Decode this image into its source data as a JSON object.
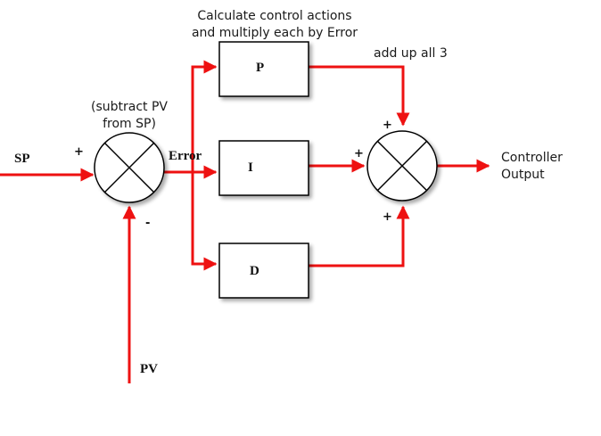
{
  "colors": {
    "signal": "#ee1111",
    "block_fill": "#ffffff",
    "block_stroke": "#000000",
    "shadow": "#b8b8b8"
  },
  "labels": {
    "header_line1": "Calculate control actions",
    "header_line2": "and multiply each by Error",
    "add_note": "add up all 3",
    "subtract_line1": "(subtract PV",
    "subtract_line2": "from SP)",
    "sp": "SP",
    "pv": "PV",
    "error": "Error",
    "output_line1": "Controller",
    "output_line2": "Output"
  },
  "signs": {
    "sp_plus": "+",
    "pv_minus": "-",
    "top_plus": "+",
    "left_plus": "+",
    "bottom_plus": "+"
  },
  "blocks": {
    "p": "P",
    "i": "I",
    "d": "D"
  }
}
